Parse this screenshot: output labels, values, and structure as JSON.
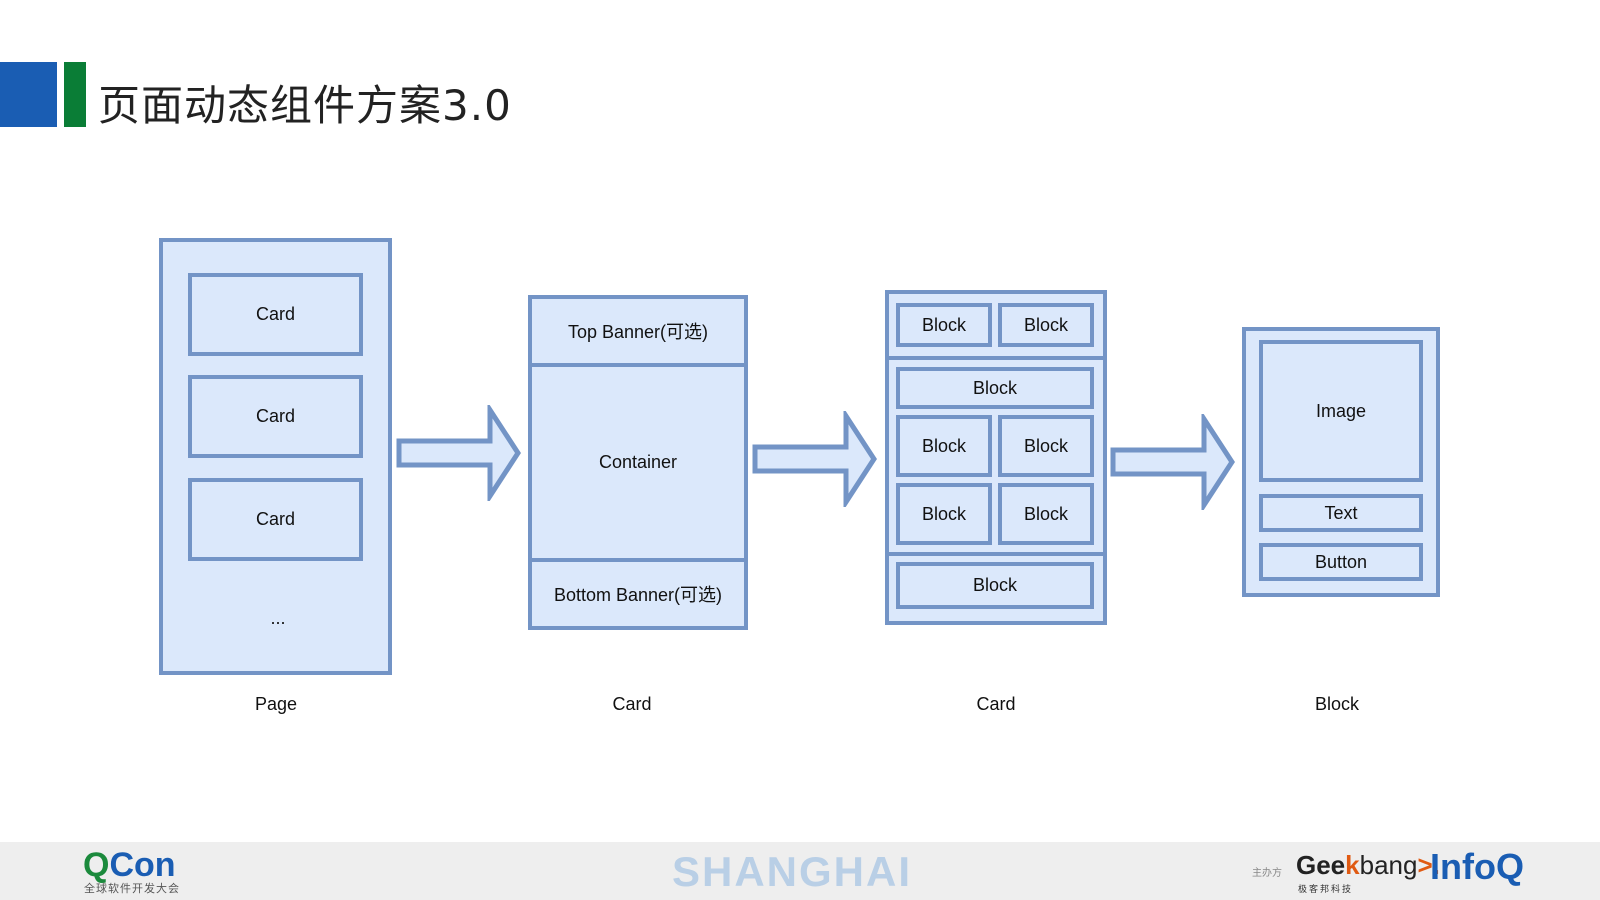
{
  "header": {
    "title": "页面动态组件方案3.0"
  },
  "diagram": {
    "page": {
      "cards": [
        "Card",
        "Card",
        "Card"
      ],
      "more": "...",
      "caption": "Page"
    },
    "card_banner": {
      "top": "Top Banner(可选)",
      "container": "Container",
      "bottom": "Bottom Banner(可选)",
      "caption": "Card"
    },
    "card_blocks": {
      "row1": [
        "Block",
        "Block"
      ],
      "row2": "Block",
      "row3": [
        "Block",
        "Block"
      ],
      "row4": [
        "Block",
        "Block"
      ],
      "row5": "Block",
      "caption": "Card"
    },
    "block": {
      "image": "Image",
      "text": "Text",
      "button": "Button",
      "caption": "Block"
    }
  },
  "footer": {
    "qcon_q": "Q",
    "qcon_con": "Con",
    "qcon_sub": "全球软件开发大会",
    "city": "SHANGHAI",
    "host_label": "主办方",
    "geek_1": "Gee",
    "geek_k": "k",
    "geek_2": "bang",
    "geek_mark": ">.",
    "geek_sub": "极客邦科技",
    "infoq": "InfoQ"
  },
  "colors": {
    "box_fill": "#dbe8fb",
    "box_border": "#7394c6",
    "accent_blue": "#1a5db3",
    "accent_green": "#0a7d36"
  }
}
